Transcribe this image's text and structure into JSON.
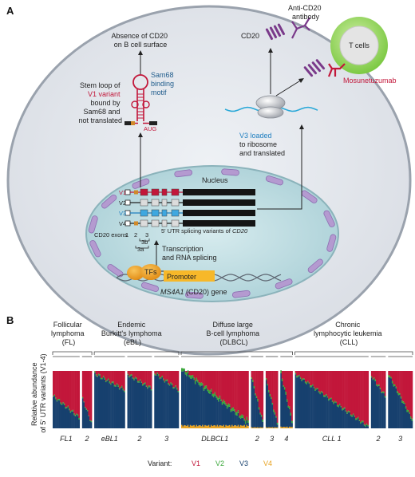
{
  "panel_a": {
    "letter": "A",
    "absence_text": [
      "Absence of CD20",
      "on B cell surface"
    ],
    "stem_loop_text": [
      "Stem loop of",
      "V1 variant",
      "bound by",
      "Sam68 and",
      "not translated"
    ],
    "sam68_text": [
      "Sam68",
      "binding",
      "motif"
    ],
    "aug_label": "AUG",
    "cd20_label": "CD20",
    "anti_cd20_text": [
      "Anti-CD20",
      "antibody"
    ],
    "tcells_label": "T cells",
    "mosun_label": "Mosunetuzumab",
    "v3_text": [
      "V3 loaded",
      "to ribosome",
      "and translated"
    ],
    "nucleus_label": "Nucleus",
    "variant_labels": [
      "V1",
      "V2",
      "V3",
      "V4"
    ],
    "exons_label": "CD20 exons",
    "exon_numbers": [
      "1",
      "2",
      "3",
      "3b",
      "3a"
    ],
    "splicing_variants_text": [
      "5' UTR splicing variants of ",
      "CD20"
    ],
    "transcription_text": [
      "Transcription",
      "and RNA splicing"
    ],
    "tfs_label": "TFs",
    "promoter_label": "Promoter",
    "gene_label": [
      "MS4A1",
      " (CD20) gene"
    ]
  },
  "panel_b": {
    "letter": "B",
    "group_titles": [
      [
        "Follicular",
        "lymphoma",
        "(FL)"
      ],
      [
        "Endemic",
        "Burkitt's lymphoma",
        "(eBL)"
      ],
      [
        "Diffuse large",
        "B-cell lymphoma",
        "(DLBCL)"
      ],
      [
        "Chronic",
        "lymphocytic leukemia",
        "(CLL)"
      ]
    ],
    "ylabel": [
      "Relative abundance",
      "of 5' UTR variants (V1-4)"
    ],
    "legend_title": "Variant:",
    "legend_items": [
      "V1",
      "V2",
      "V3",
      "V4"
    ]
  },
  "chart_data": {
    "type": "bar",
    "stacked": true,
    "ylabel": "Relative abundance of 5' UTR variants (V1-4)",
    "ylim": [
      0,
      1
    ],
    "series_colors": {
      "V1": "#c2173a",
      "V2": "#3ca83c",
      "V3": "#17406e",
      "V4": "#e8a321"
    },
    "panels": [
      {
        "label": "FL1",
        "n": 22,
        "v3_start": 0.55,
        "v3_end": 0.18,
        "v2": 0.03,
        "v4": 0.0
      },
      {
        "label": "2",
        "n": 8,
        "v3_start": 0.5,
        "v3_end": 0.1,
        "v2": 0.02,
        "v4": 0.0
      },
      {
        "label": "eBL1",
        "n": 25,
        "v3_start": 0.94,
        "v3_end": 0.66,
        "v2": 0.03,
        "v4": 0.0
      },
      {
        "label": "2",
        "n": 20,
        "v3_start": 0.93,
        "v3_end": 0.68,
        "v2": 0.03,
        "v4": 0.0
      },
      {
        "label": "3",
        "n": 20,
        "v3_start": 0.95,
        "v3_end": 0.66,
        "v2": 0.03,
        "v4": 0.0
      },
      {
        "label": "DLBCL1",
        "n": 55,
        "v3_start": 0.96,
        "v3_end": 0.04,
        "v2": 0.06,
        "v4": 0.06
      },
      {
        "label": "2",
        "n": 10,
        "v3_start": 0.85,
        "v3_end": 0.08,
        "v2": 0.04,
        "v4": 0.02
      },
      {
        "label": "3",
        "n": 10,
        "v3_start": 0.8,
        "v3_end": 0.06,
        "v2": 0.04,
        "v4": 0.02
      },
      {
        "label": "4",
        "n": 10,
        "v3_start": 0.9,
        "v3_end": 0.1,
        "v2": 0.05,
        "v4": 0.03
      },
      {
        "label": "CLL 1",
        "n": 60,
        "v3_start": 0.93,
        "v3_end": 0.02,
        "v2": 0.03,
        "v4": 0.0
      },
      {
        "label": "2",
        "n": 12,
        "v3_start": 0.9,
        "v3_end": 0.55,
        "v2": 0.03,
        "v4": 0.0
      },
      {
        "label": "3",
        "n": 20,
        "v3_start": 0.92,
        "v3_end": 0.15,
        "v2": 0.04,
        "v4": 0.0
      }
    ]
  }
}
